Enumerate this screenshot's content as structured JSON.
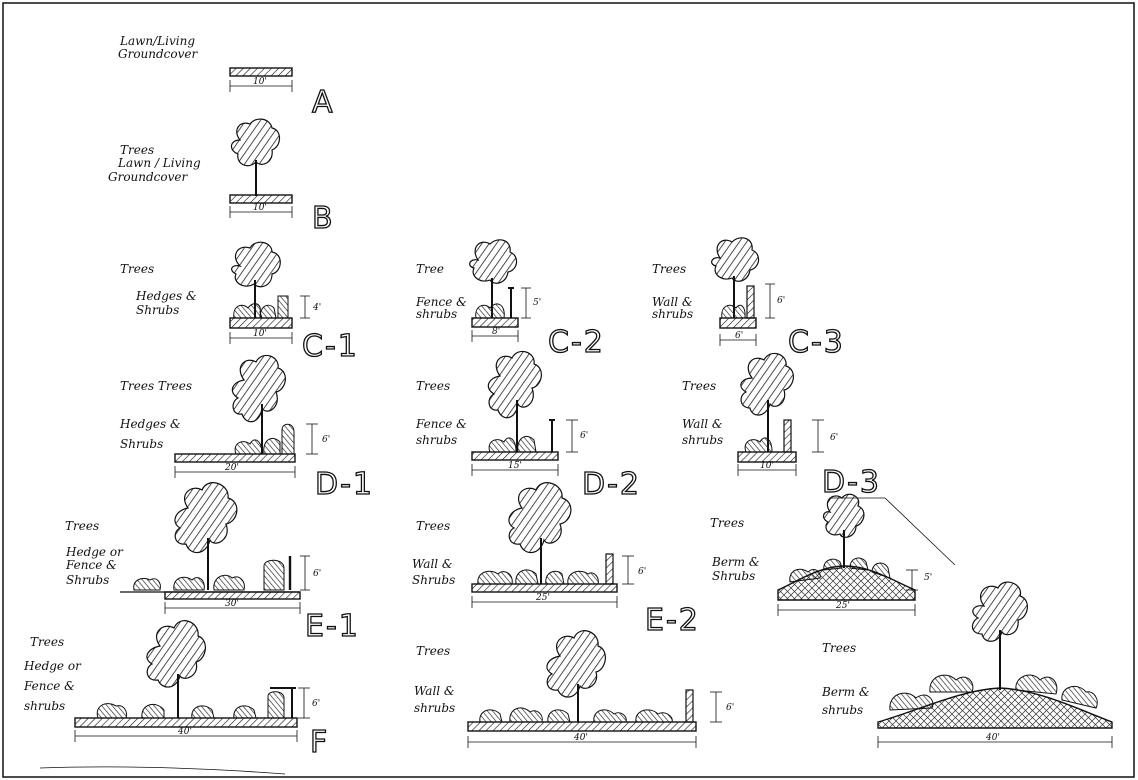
{
  "sections": {
    "A": {
      "code": "A",
      "labels": [
        "Lawn/Living",
        "Groundcover"
      ],
      "width": "10'"
    },
    "B": {
      "code": "B",
      "labels": [
        "Trees",
        "Lawn / Living",
        "Groundcover"
      ],
      "width": "10'"
    },
    "C1": {
      "code": "C-1",
      "labels": [
        "Trees",
        "Hedges &",
        "Shrubs"
      ],
      "width": "10'",
      "height": "4'"
    },
    "C2": {
      "code": "C-2",
      "labels": [
        "Tree",
        "Fence &",
        "shrubs"
      ],
      "width": "8'",
      "height": "5'"
    },
    "C3": {
      "code": "C-3",
      "labels": [
        "Trees",
        "Wall &",
        "shrubs"
      ],
      "width": "6'",
      "height": "6'"
    },
    "D1": {
      "code": "D-1",
      "labels": [
        "Trees Trees",
        "Hedges &",
        "Shrubs"
      ],
      "width": "20'",
      "height": "6'"
    },
    "D2": {
      "code": "D-2",
      "labels": [
        "Trees",
        "Fence &",
        "shrubs"
      ],
      "width": "15'",
      "height": "6'"
    },
    "D3": {
      "code": "D-3",
      "labels": [
        "Trees",
        "Wall &",
        "shrubs"
      ],
      "width": "10'",
      "height": "6'"
    },
    "E1": {
      "code": "E-1",
      "labels": [
        "Trees",
        "Hedge or",
        "Fence &",
        "Shrubs"
      ],
      "width": "30'",
      "height": "6'"
    },
    "E2": {
      "code": "E-2",
      "labels": [
        "Trees",
        "Wall &",
        "Shrubs"
      ],
      "width": "25'",
      "height": "6'"
    },
    "E3": {
      "labels": [
        "Trees",
        "Berm &",
        "Shrubs"
      ],
      "width": "25'",
      "height": "5'"
    },
    "F": {
      "code": "F",
      "labels": [
        "Trees",
        "Hedge or",
        "Fence &",
        "shrubs"
      ],
      "width": "40'",
      "height": "6'"
    },
    "F2": {
      "labels": [
        "Trees",
        "Wall &",
        "shrubs"
      ],
      "width": "40'",
      "height": "6'"
    },
    "F3": {
      "labels": [
        "Trees",
        "Berm &",
        "shrubs"
      ],
      "width": "40'"
    }
  }
}
